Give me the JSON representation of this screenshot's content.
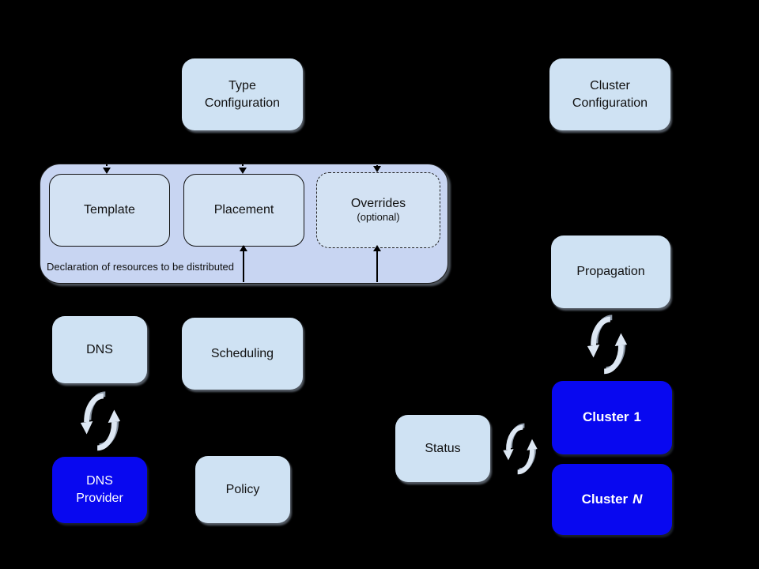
{
  "diagram": {
    "colors": {
      "canvas_bg": "#000000",
      "container_fill": "#c8d5f2",
      "node_fill": "#cfe2f3",
      "cluster_fill": "#0808f0",
      "node_text": "#111111",
      "cluster_text": "#ffffff"
    },
    "nodes": {
      "type_configuration": {
        "lines": [
          "Type",
          "Configuration"
        ]
      },
      "cluster_configuration": {
        "lines": [
          "Cluster",
          "Configuration"
        ]
      },
      "template": {
        "label": "Template"
      },
      "placement": {
        "label": "Placement"
      },
      "overrides": {
        "label": "Overrides",
        "sublabel": "(optional)"
      },
      "container_caption": "Declaration of resources to be distributed",
      "dns": {
        "label": "DNS"
      },
      "scheduling": {
        "label": "Scheduling"
      },
      "dns_provider": {
        "lines": [
          "DNS",
          "Provider"
        ]
      },
      "policy": {
        "label": "Policy"
      },
      "propagation": {
        "label": "Propagation"
      },
      "status": {
        "label": "Status"
      },
      "cluster_1": {
        "prefix": "Cluster",
        "suffix": "1"
      },
      "cluster_n": {
        "prefix": "Cluster",
        "suffix": "N"
      }
    },
    "icons": {
      "sync": "sync-icon"
    }
  }
}
